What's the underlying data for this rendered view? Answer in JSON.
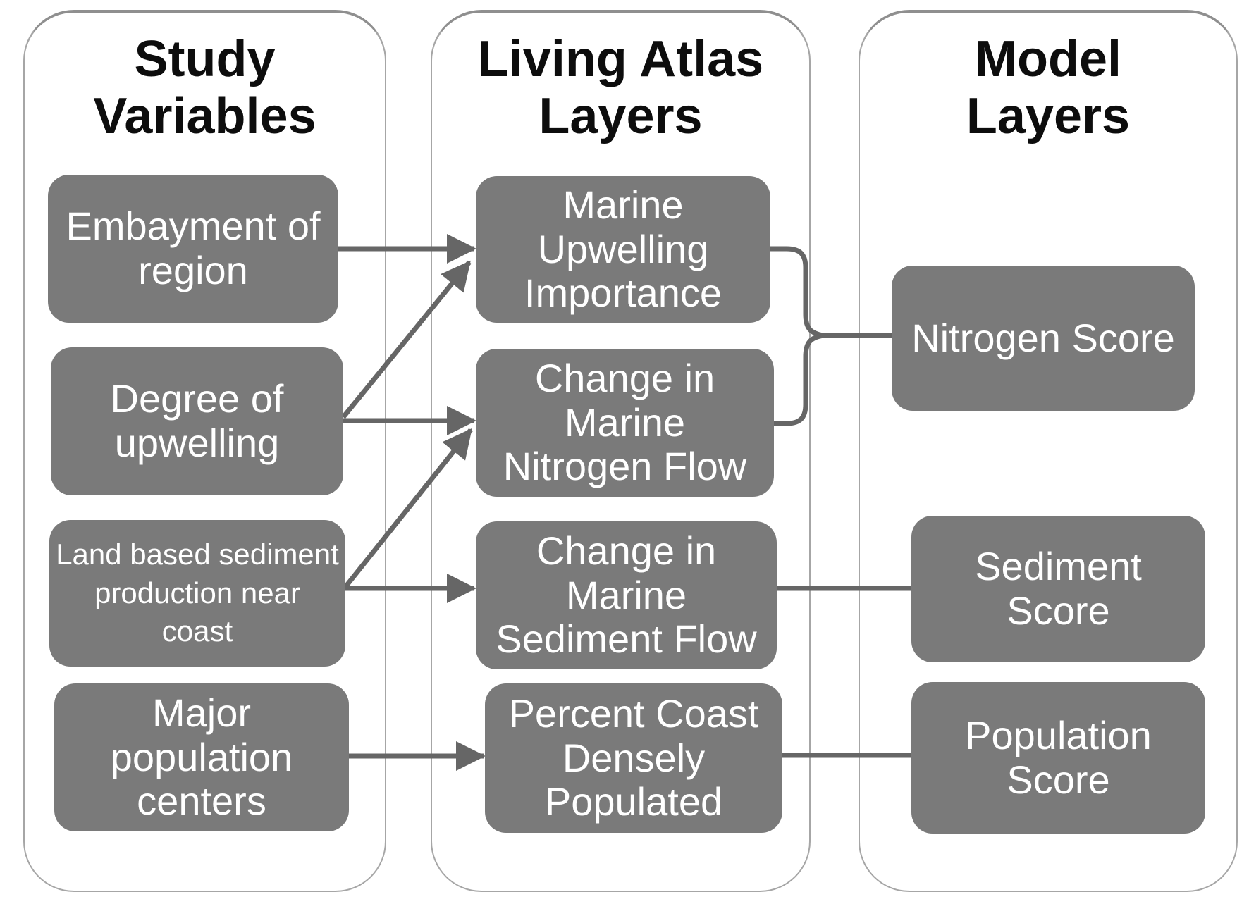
{
  "diagram": {
    "columns": {
      "study_variables": {
        "title_lines": [
          "Study",
          "Variables"
        ]
      },
      "living_atlas_layers": {
        "title_lines": [
          "Living Atlas",
          "Layers"
        ]
      },
      "model_layers": {
        "title_lines": [
          "Model",
          "Layers"
        ]
      }
    },
    "nodes": {
      "embayment_of_region": {
        "column": "study_variables",
        "lines": [
          "Embayment of",
          "region"
        ]
      },
      "degree_of_upwelling": {
        "column": "study_variables",
        "lines": [
          "Degree of",
          "upwelling"
        ]
      },
      "land_based_sediment": {
        "column": "study_variables",
        "lines": [
          "Land based sediment",
          "production near",
          "coast"
        ]
      },
      "major_population_centers": {
        "column": "study_variables",
        "lines": [
          "Major",
          "population",
          "centers"
        ]
      },
      "marine_upwelling_importance": {
        "column": "living_atlas_layers",
        "lines": [
          "Marine",
          "Upwelling",
          "Importance"
        ]
      },
      "change_in_marine_nitrogen_flow": {
        "column": "living_atlas_layers",
        "lines": [
          "Change in",
          "Marine",
          "Nitrogen Flow"
        ]
      },
      "change_in_marine_sediment_flow": {
        "column": "living_atlas_layers",
        "lines": [
          "Change in",
          "Marine",
          "Sediment Flow"
        ]
      },
      "percent_coast_densely_populated": {
        "column": "living_atlas_layers",
        "lines": [
          "Percent Coast",
          "Densely",
          "Populated"
        ]
      },
      "nitrogen_score": {
        "column": "model_layers",
        "lines": [
          "Nitrogen Score"
        ]
      },
      "sediment_score": {
        "column": "model_layers",
        "lines": [
          "Sediment",
          "Score"
        ]
      },
      "population_score": {
        "column": "model_layers",
        "lines": [
          "Population",
          "Score"
        ]
      }
    },
    "connections": [
      {
        "from": "embayment_of_region",
        "to": "marine_upwelling_importance",
        "type": "arrow"
      },
      {
        "from": "degree_of_upwelling",
        "to": "marine_upwelling_importance",
        "type": "arrow"
      },
      {
        "from": "degree_of_upwelling",
        "to": "change_in_marine_nitrogen_flow",
        "type": "arrow"
      },
      {
        "from": "land_based_sediment",
        "to": "change_in_marine_nitrogen_flow",
        "type": "arrow"
      },
      {
        "from": "land_based_sediment",
        "to": "change_in_marine_sediment_flow",
        "type": "arrow"
      },
      {
        "from": "major_population_centers",
        "to": "percent_coast_densely_populated",
        "type": "arrow"
      },
      {
        "from": "marine_upwelling_importance",
        "to": "nitrogen_score",
        "type": "merged-line"
      },
      {
        "from": "change_in_marine_nitrogen_flow",
        "to": "nitrogen_score",
        "type": "merged-line"
      },
      {
        "from": "change_in_marine_sediment_flow",
        "to": "sediment_score",
        "type": "line"
      },
      {
        "from": "percent_coast_densely_populated",
        "to": "population_score",
        "type": "line"
      }
    ],
    "colors": {
      "node_fill": "#7a7a7a",
      "node_text": "#ffffff",
      "connector": "#666666",
      "container_border": "#a6a6a6",
      "title_text": "#0d0d0d",
      "page_bg": "#ffffff"
    }
  }
}
